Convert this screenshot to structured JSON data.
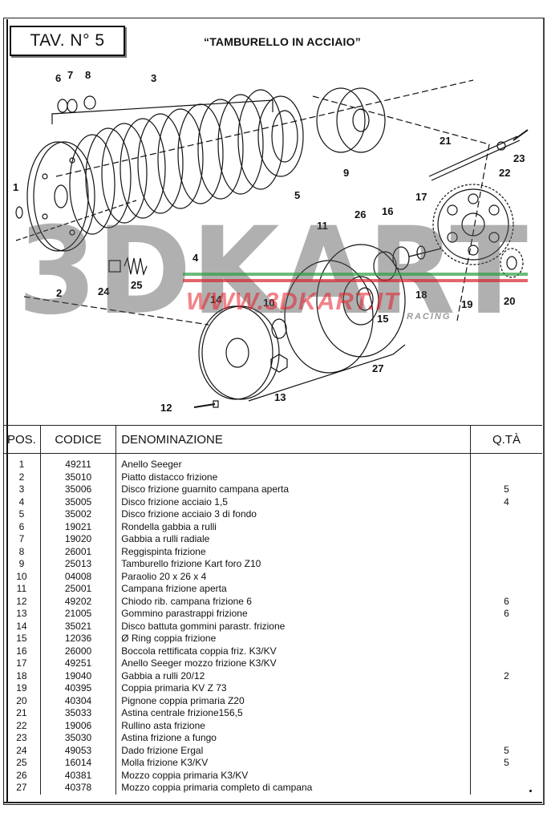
{
  "header": {
    "plate_label": "TAV. N° 5",
    "title": "“TAMBURELLO IN ACCIAIO”"
  },
  "watermark": {
    "logo_text": "3DKART",
    "url": "WWW.3DKART.IT",
    "tagline": "RACING",
    "colors": {
      "logo": "#5a5a5a",
      "url": "#e01e28",
      "stripe_green": "#2e9e45",
      "stripe_red": "#d9232e"
    }
  },
  "diagram": {
    "callouts": [
      "1",
      "2",
      "3",
      "4",
      "5",
      "6",
      "7",
      "8",
      "9",
      "10",
      "11",
      "12",
      "13",
      "14",
      "15",
      "16",
      "17",
      "18",
      "19",
      "20",
      "21",
      "22",
      "23",
      "24",
      "25",
      "26",
      "27"
    ]
  },
  "table": {
    "headers": {
      "pos": "POS.",
      "code": "CODICE",
      "name": "DENOMINAZIONE",
      "qty": "Q.TÀ"
    },
    "rows": [
      {
        "pos": "1",
        "code": "49211",
        "name": "Anello Seeger",
        "qty": ""
      },
      {
        "pos": "2",
        "code": "35010",
        "name": "Piatto distacco frizione",
        "qty": ""
      },
      {
        "pos": "3",
        "code": "35006",
        "name": "Disco frizione guarnito campana aperta",
        "qty": "5"
      },
      {
        "pos": "4",
        "code": "35005",
        "name": "Disco frizione acciaio 1,5",
        "qty": "4"
      },
      {
        "pos": "5",
        "code": "35002",
        "name": "Disco frizione acciaio 3 di fondo",
        "qty": ""
      },
      {
        "pos": "6",
        "code": "19021",
        "name": "Rondella gabbia a rulli",
        "qty": ""
      },
      {
        "pos": "7",
        "code": "19020",
        "name": "Gabbia a rulli radiale",
        "qty": ""
      },
      {
        "pos": "8",
        "code": "26001",
        "name": "Reggispinta frizione",
        "qty": ""
      },
      {
        "pos": "9",
        "code": "25013",
        "name": "Tamburello frizione Kart foro Z10",
        "qty": ""
      },
      {
        "pos": "10",
        "code": "04008",
        "name": "Paraolio 20 x 26 x 4",
        "qty": ""
      },
      {
        "pos": "11",
        "code": "25001",
        "name": "Campana frizione aperta",
        "qty": ""
      },
      {
        "pos": "12",
        "code": "49202",
        "name": "Chiodo rib. campana frizione 6",
        "qty": "6"
      },
      {
        "pos": "13",
        "code": "21005",
        "name": "Gommino parastrappi frizione",
        "qty": "6"
      },
      {
        "pos": "14",
        "code": "35021",
        "name": "Disco battuta gommini parastr. frizione",
        "qty": ""
      },
      {
        "pos": "15",
        "code": "12036",
        "name": "Ø Ring coppia frizione",
        "qty": ""
      },
      {
        "pos": "16",
        "code": "26000",
        "name": "Boccola rettificata coppia friz. K3/KV",
        "qty": ""
      },
      {
        "pos": "17",
        "code": "49251",
        "name": "Anello Seeger mozzo frizione K3/KV",
        "qty": ""
      },
      {
        "pos": "18",
        "code": "19040",
        "name": "Gabbia a rulli 20/12",
        "qty": "2"
      },
      {
        "pos": "19",
        "code": "40395",
        "name": "Coppia primaria KV Z 73",
        "qty": ""
      },
      {
        "pos": "20",
        "code": "40304",
        "name": "Pignone coppia primaria Z20",
        "qty": ""
      },
      {
        "pos": "21",
        "code": "35033",
        "name": "Astina centrale frizione156,5",
        "qty": ""
      },
      {
        "pos": "22",
        "code": "19006",
        "name": "Rullino asta frizione",
        "qty": ""
      },
      {
        "pos": "23",
        "code": "35030",
        "name": "Astina frizione a fungo",
        "qty": ""
      },
      {
        "pos": "24",
        "code": "49053",
        "name": "Dado frizione Ergal",
        "qty": "5"
      },
      {
        "pos": "25",
        "code": "16014",
        "name": "Molla frizione K3/KV",
        "qty": "5"
      },
      {
        "pos": "26",
        "code": "40381",
        "name": "Mozzo coppia primaria K3/KV",
        "qty": ""
      },
      {
        "pos": "27",
        "code": "40378",
        "name": "Mozzo coppia primaria completo di campana",
        "qty": ""
      }
    ]
  }
}
